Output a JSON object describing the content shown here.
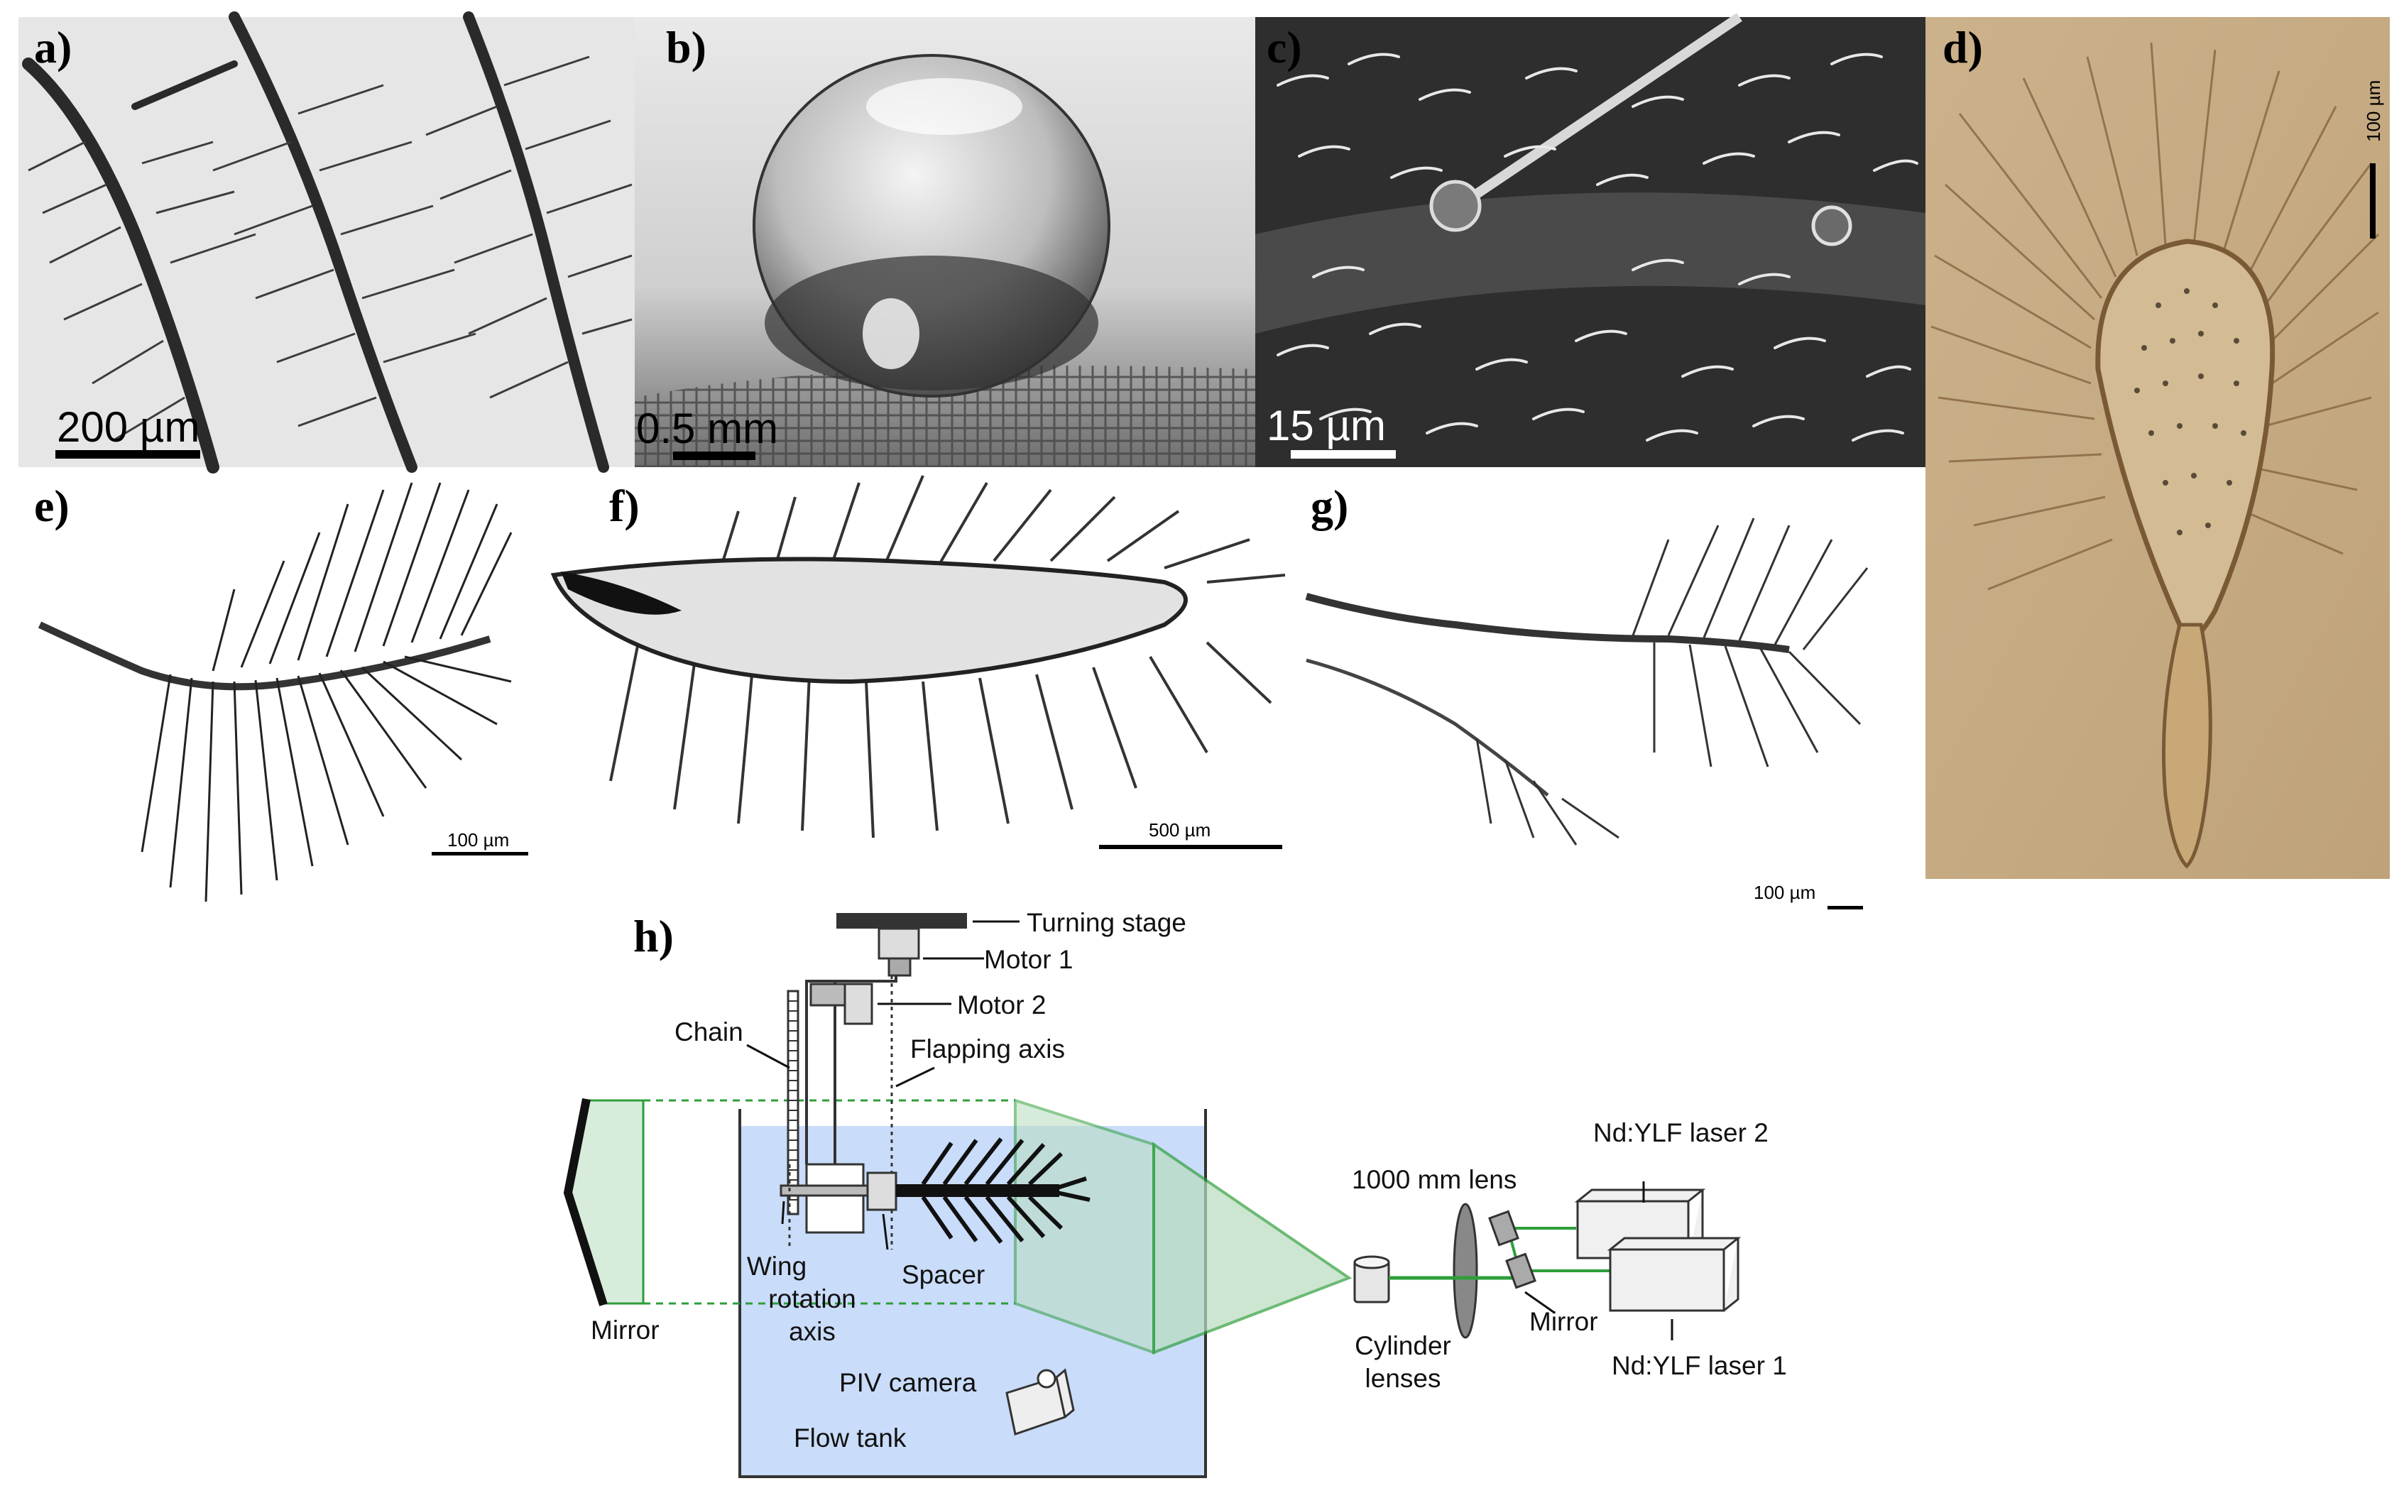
{
  "panels": {
    "a": {
      "label": "a)",
      "scale": "200 µm"
    },
    "b": {
      "label": "b)",
      "scale": "0.5 mm"
    },
    "c": {
      "label": "c)",
      "scale": "15 µm"
    },
    "d": {
      "label": "d)",
      "scale": "100 µm"
    },
    "e": {
      "label": "e)",
      "scale": "100 µm"
    },
    "f": {
      "label": "f)",
      "scale": "500 µm"
    },
    "g": {
      "label": "g)",
      "scale": "100 µm"
    },
    "h": {
      "label": "h)"
    }
  },
  "diagram": {
    "turning_stage": "Turning stage",
    "motor1": "Motor 1",
    "motor2": "Motor 2",
    "chain": "Chain",
    "flapping_axis": "Flapping axis",
    "wing_rotation_axis": [
      "Wing",
      "rotation",
      "axis"
    ],
    "spacer": "Spacer",
    "mirror_left": "Mirror",
    "piv_camera": "PIV camera",
    "flow_tank": "Flow tank",
    "lens_1000mm": "1000 mm lens",
    "cylinder_lenses": [
      "Cylinder",
      "lenses"
    ],
    "mirror_right": "Mirror",
    "laser2": "Nd:YLF laser 2",
    "laser1": "Nd:YLF laser 1"
  },
  "colors": {
    "tank_water": "#c9dcf9",
    "laser_green": "#2e9e3a",
    "sheet_fill": "#b7dcc0",
    "panel_d_background": "#c7ad83",
    "sem_background": "#2e2e2e"
  }
}
